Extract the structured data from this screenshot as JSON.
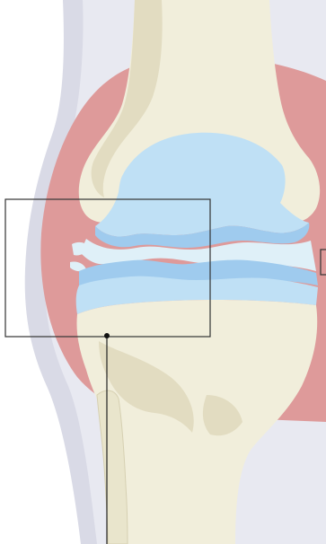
{
  "figure": {
    "subject": "knee-joint-anatomy-illustration",
    "colors": {
      "background": "#ffffff",
      "skin_outer": "#d9dae6",
      "skin_inner": "#e8e9f1",
      "synovium": "#de9a9a",
      "synovium_dark": "#cf8484",
      "bone": "#f1eedb",
      "bone_shade": "#e2dcc1",
      "cartilage": "#bfe0f5",
      "cartilage_edge": "#9fcbee",
      "joint_space": "#dff0f8",
      "callout_line": "#222222",
      "callout_dot": "#111111"
    },
    "callouts": [
      {
        "name": "zoom-box-left",
        "label": ""
      },
      {
        "name": "zoom-box-right-edge",
        "label": ""
      }
    ]
  }
}
